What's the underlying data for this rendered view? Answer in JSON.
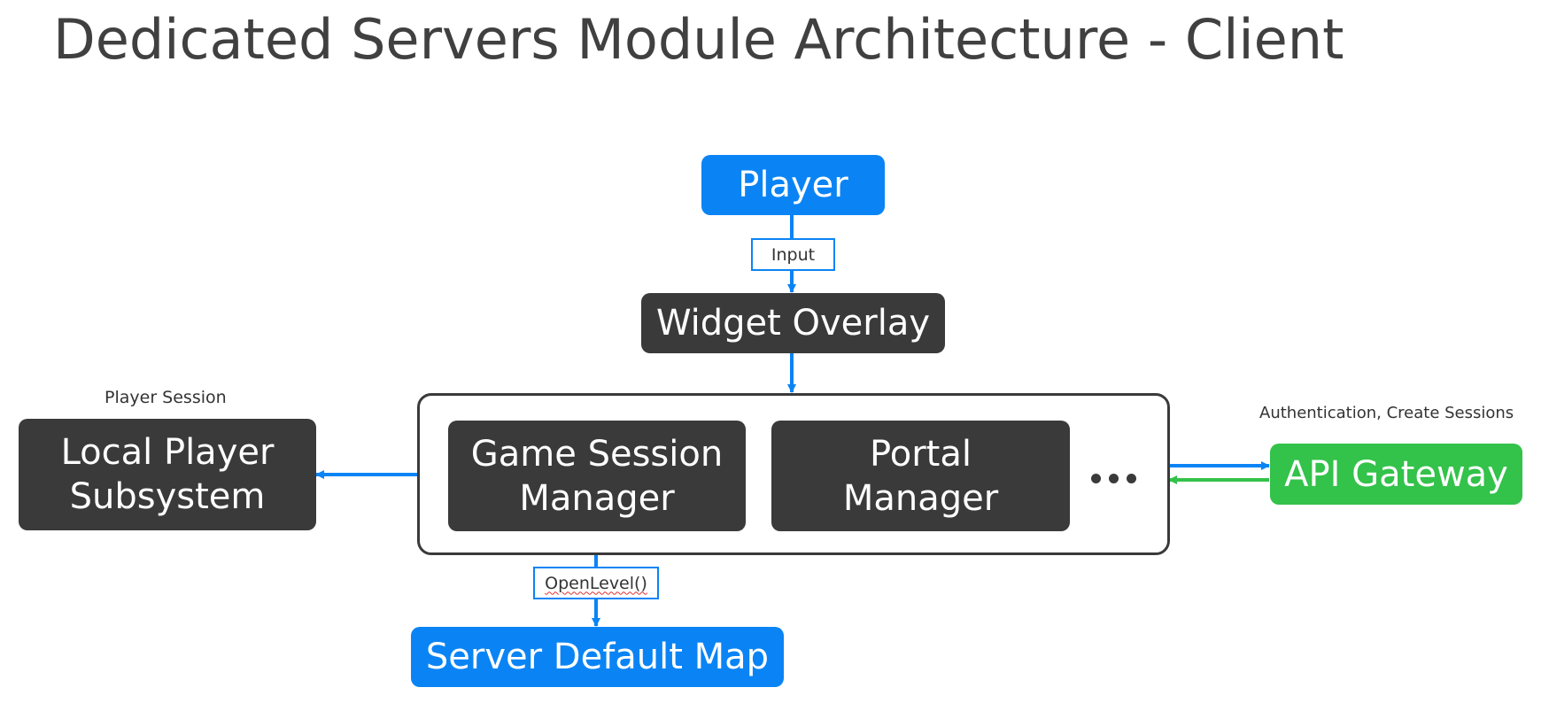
{
  "title": "Dedicated Servers Module Architecture - Client",
  "nodes": {
    "player": "Player",
    "widget_overlay": "Widget Overlay",
    "game_session_manager": "Game Session\nManager",
    "portal_manager": "Portal\nManager",
    "local_player_subsystem": "Local Player\nSubsystem",
    "api_gateway": "API Gateway",
    "server_default_map": "Server Default Map"
  },
  "edge_labels": {
    "input": "Input",
    "open_level": "OpenLevel()"
  },
  "notes": {
    "player_session": "Player Session",
    "auth_sessions": "Authentication, Create Sessions"
  },
  "more_indicator": "more-ellipsis-icon",
  "colors": {
    "blue": "#0a84f5",
    "dark": "#3a3a3a",
    "green": "#33c24a",
    "text": "#404040"
  }
}
